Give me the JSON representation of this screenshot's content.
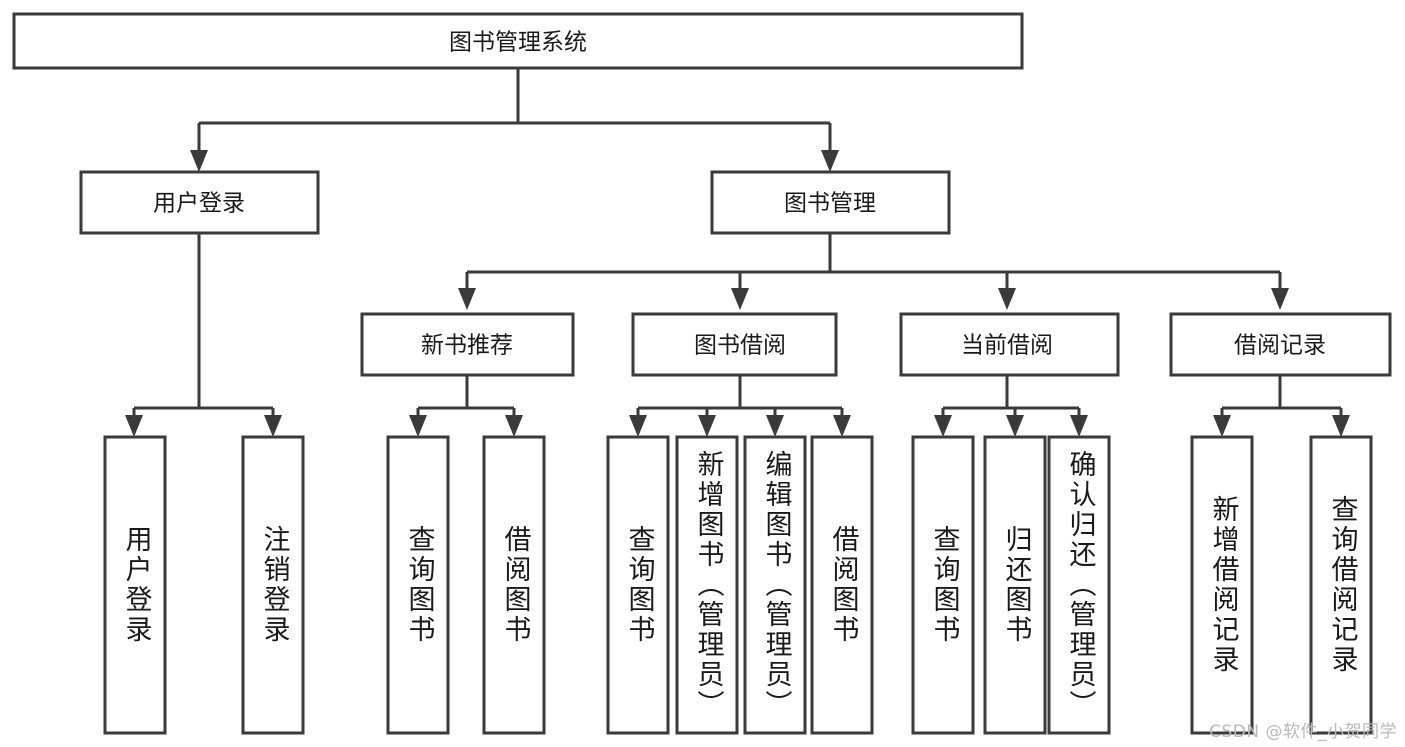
{
  "page": {
    "title": "图书管理系统",
    "background_color": "#ffffff",
    "line_color": "#3a3a3a",
    "text_color": "#1a1a1a",
    "watermark": "CSDN @软件_小贺同学",
    "watermark_color": "#b9b9b9"
  },
  "chart_data": {
    "type": "diagram",
    "diagram_kind": "tree / hierarchy (功能结构图)",
    "title": "图书管理系统",
    "orientation": "top-down",
    "levels": 3,
    "nodes": [
      {
        "id": "root",
        "label": "图书管理系统",
        "level": 0,
        "parent": null,
        "orientation": "horizontal"
      },
      {
        "id": "n1",
        "label": "用户登录",
        "level": 1,
        "parent": "root",
        "orientation": "horizontal"
      },
      {
        "id": "n2",
        "label": "图书管理",
        "level": 1,
        "parent": "root",
        "orientation": "horizontal"
      },
      {
        "id": "n1a",
        "label": "用户登录",
        "level": 2,
        "parent": "n1",
        "orientation": "vertical"
      },
      {
        "id": "n1b",
        "label": "注销登录",
        "level": 2,
        "parent": "n1",
        "orientation": "vertical"
      },
      {
        "id": "n2a",
        "label": "新书推荐",
        "level": 2,
        "parent": "n2",
        "orientation": "horizontal"
      },
      {
        "id": "n2b",
        "label": "图书借阅",
        "level": 2,
        "parent": "n2",
        "orientation": "horizontal"
      },
      {
        "id": "n2c",
        "label": "当前借阅",
        "level": 2,
        "parent": "n2",
        "orientation": "horizontal"
      },
      {
        "id": "n2d",
        "label": "借阅记录",
        "level": 2,
        "parent": "n2",
        "orientation": "horizontal"
      },
      {
        "id": "n2a1",
        "label": "查询图书",
        "level": 3,
        "parent": "n2a",
        "orientation": "vertical"
      },
      {
        "id": "n2a2",
        "label": "借阅图书",
        "level": 3,
        "parent": "n2a",
        "orientation": "vertical"
      },
      {
        "id": "n2b1",
        "label": "查询图书",
        "level": 3,
        "parent": "n2b",
        "orientation": "vertical"
      },
      {
        "id": "n2b2",
        "label": "新增图书（管理员）",
        "level": 3,
        "parent": "n2b",
        "orientation": "vertical"
      },
      {
        "id": "n2b3",
        "label": "编辑图书（管理员）",
        "level": 3,
        "parent": "n2b",
        "orientation": "vertical"
      },
      {
        "id": "n2b4",
        "label": "借阅图书",
        "level": 3,
        "parent": "n2b",
        "orientation": "vertical"
      },
      {
        "id": "n2c1",
        "label": "查询图书",
        "level": 3,
        "parent": "n2c",
        "orientation": "vertical"
      },
      {
        "id": "n2c2",
        "label": "归还图书",
        "level": 3,
        "parent": "n2c",
        "orientation": "vertical"
      },
      {
        "id": "n2c3",
        "label": "确认归还（管理员）",
        "level": 3,
        "parent": "n2c",
        "orientation": "vertical"
      },
      {
        "id": "n2d1",
        "label": "新增借阅记录",
        "level": 3,
        "parent": "n2d",
        "orientation": "vertical"
      },
      {
        "id": "n2d2",
        "label": "查询借阅记录",
        "level": 3,
        "parent": "n2d",
        "orientation": "vertical"
      }
    ],
    "edges": [
      {
        "from": "root",
        "to": "n1"
      },
      {
        "from": "root",
        "to": "n2"
      },
      {
        "from": "n1",
        "to": "n1a"
      },
      {
        "from": "n1",
        "to": "n1b"
      },
      {
        "from": "n2",
        "to": "n2a"
      },
      {
        "from": "n2",
        "to": "n2b"
      },
      {
        "from": "n2",
        "to": "n2c"
      },
      {
        "from": "n2",
        "to": "n2d"
      },
      {
        "from": "n2a",
        "to": "n2a1"
      },
      {
        "from": "n2a",
        "to": "n2a2"
      },
      {
        "from": "n2b",
        "to": "n2b1"
      },
      {
        "from": "n2b",
        "to": "n2b2"
      },
      {
        "from": "n2b",
        "to": "n2b3"
      },
      {
        "from": "n2b",
        "to": "n2b4"
      },
      {
        "from": "n2c",
        "to": "n2c1"
      },
      {
        "from": "n2c",
        "to": "n2c2"
      },
      {
        "from": "n2c",
        "to": "n2c3"
      },
      {
        "from": "n2d",
        "to": "n2d1"
      },
      {
        "from": "n2d",
        "to": "n2d2"
      }
    ]
  },
  "labels": {
    "root": "图书管理系统",
    "user_login_module": "用户登录",
    "book_manage_module": "图书管理",
    "new_book_recommend": "新书推荐",
    "book_borrow": "图书借阅",
    "current_borrow": "当前借阅",
    "borrow_record": "借阅记录",
    "leaf_user_login": "用户登录",
    "leaf_logout": "注销登录",
    "leaf_query_book_a": "查询图书",
    "leaf_borrow_book_a": "借阅图书",
    "leaf_query_book_b": "查询图书",
    "leaf_add_book_admin": "新增图书（管理员）",
    "leaf_edit_book_admin": "编辑图书（管理员）",
    "leaf_borrow_book_b": "借阅图书",
    "leaf_query_book_c": "查询图书",
    "leaf_return_book": "归还图书",
    "leaf_confirm_return_admin": "确认归还（管理员）",
    "leaf_add_borrow_record": "新增借阅记录",
    "leaf_query_borrow_record": "查询借阅记录"
  }
}
